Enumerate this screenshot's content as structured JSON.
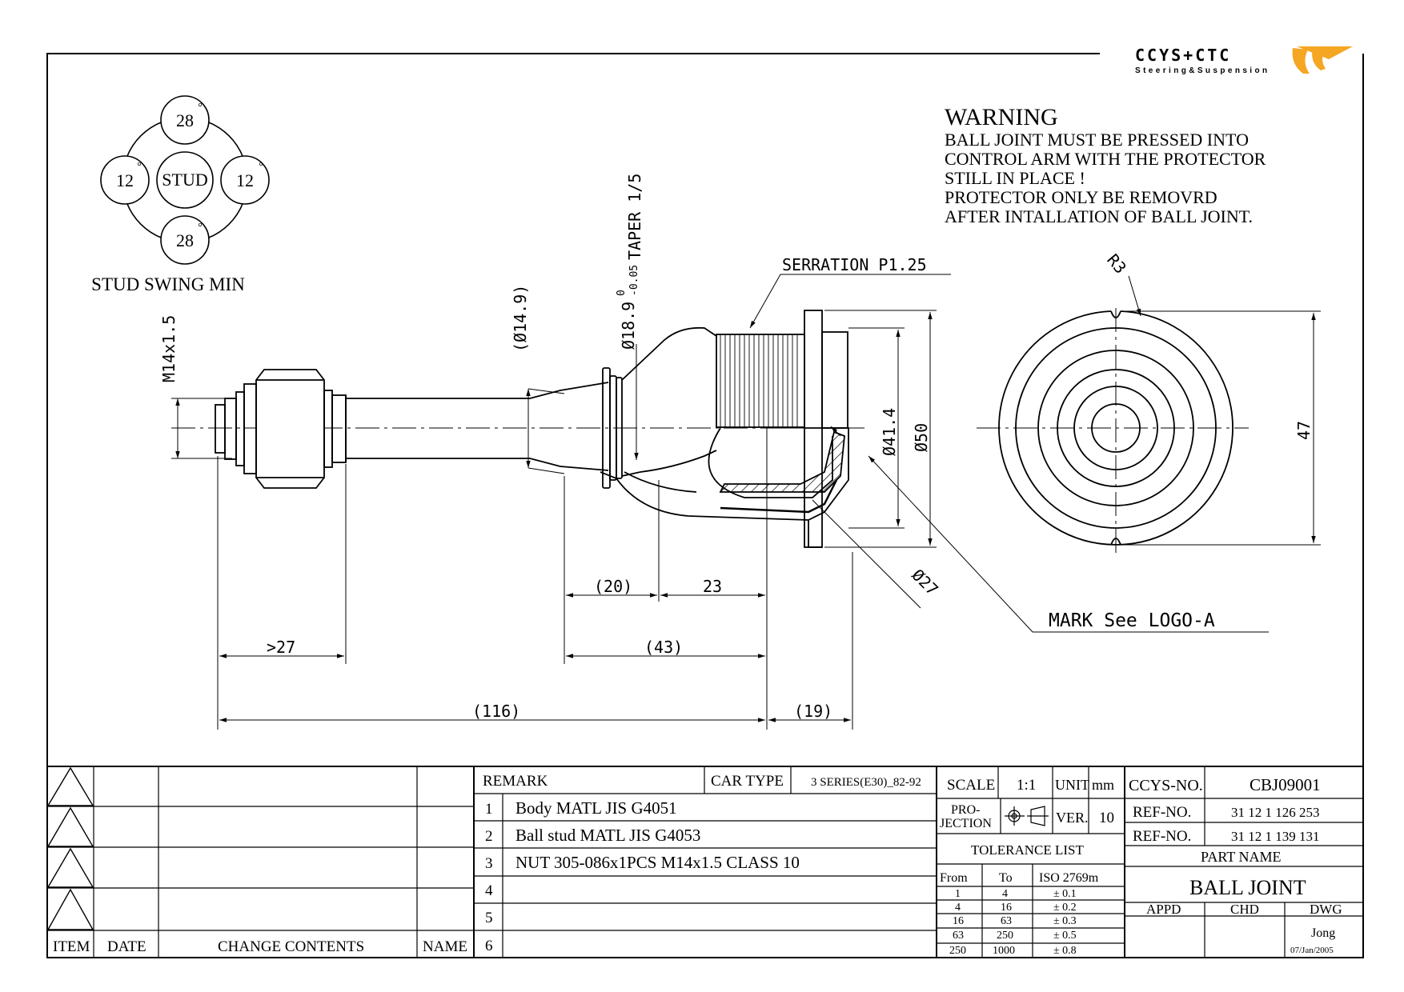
{
  "logo": {
    "brand": "CCYS+CTC",
    "tagline": "Steering&Suspension"
  },
  "warning": {
    "title": "WARNING",
    "lines": [
      "BALL JOINT MUST BE PRESSED INTO",
      "CONTROL ARM WITH THE PROTECTOR",
      "STILL IN PLACE !",
      "PROTECTOR ONLY BE REMOVRD",
      "AFTER INTALLATION OF BALL JOINT."
    ]
  },
  "swing": {
    "top": "28",
    "bottom": "28",
    "left": "12",
    "right": "12",
    "center": "STUD",
    "degree": "°",
    "caption": "STUD SWING MIN"
  },
  "dims": {
    "m14": "M14x1.5",
    "d149": "(Ø14.9)",
    "d189": "Ø18.9",
    "tol_up": "0",
    "tol_low": "-0.05",
    "taper": "TAPER 1/5",
    "serration": "SERRATION P1.25",
    "d414": "Ø41.4",
    "d50": "Ø50",
    "d27": "Ø27",
    "mark": "MARK See LOGO-A",
    "r3": "R3",
    "d47": "47",
    "gt27": ">27",
    "p20": "(20)",
    "n23": "23",
    "p43": "(43)",
    "p116": "(116)",
    "p19": "(19)"
  },
  "revision": {
    "headers": {
      "item": "ITEM",
      "date": "DATE",
      "change": "CHANGE CONTENTS",
      "name": "NAME"
    }
  },
  "remark": {
    "label": "REMARK",
    "car_type_label": "CAR TYPE",
    "car_type": "3 SERIES(E30)_82-92",
    "rows": [
      {
        "no": "1",
        "text": "Body MATL JIS G4051"
      },
      {
        "no": "2",
        "text": "Ball stud MATL JIS G4053"
      },
      {
        "no": "3",
        "text": "NUT 305-086x1PCS M14x1.5 CLASS 10"
      },
      {
        "no": "4",
        "text": ""
      },
      {
        "no": "5",
        "text": ""
      },
      {
        "no": "6",
        "text": ""
      }
    ]
  },
  "spec": {
    "scale_label": "SCALE",
    "scale": "1:1",
    "unit_label": "UNIT",
    "unit": "mm",
    "proj_label1": "PRO-",
    "proj_label2": "JECTION",
    "ver_label": "VER.",
    "ver": "10",
    "tolerance_title": "TOLERANCE LIST",
    "tol_headers": {
      "from": "From",
      "to": "To",
      "iso": "ISO 2769m"
    },
    "tol_rows": [
      {
        "from": "1",
        "to": "4",
        "tol": "± 0.1"
      },
      {
        "from": "4",
        "to": "16",
        "tol": "± 0.2"
      },
      {
        "from": "16",
        "to": "63",
        "tol": "± 0.3"
      },
      {
        "from": "63",
        "to": "250",
        "tol": "± 0.5"
      },
      {
        "from": "250",
        "to": "1000",
        "tol": "± 0.8"
      }
    ]
  },
  "title_block": {
    "ccys_label": "CCYS-NO.",
    "ccys_no": "CBJ09001",
    "ref1_label": "REF-NO.",
    "ref1": "31 12 1 126 253",
    "ref2_label": "REF-NO.",
    "ref2": "31 12 1 139 131",
    "part_name_label": "PART NAME",
    "part_name": "BALL JOINT",
    "appd": "APPD",
    "chd": "CHD",
    "dwg": "DWG",
    "drawer": "Jong",
    "date": "07/Jan/2005"
  }
}
